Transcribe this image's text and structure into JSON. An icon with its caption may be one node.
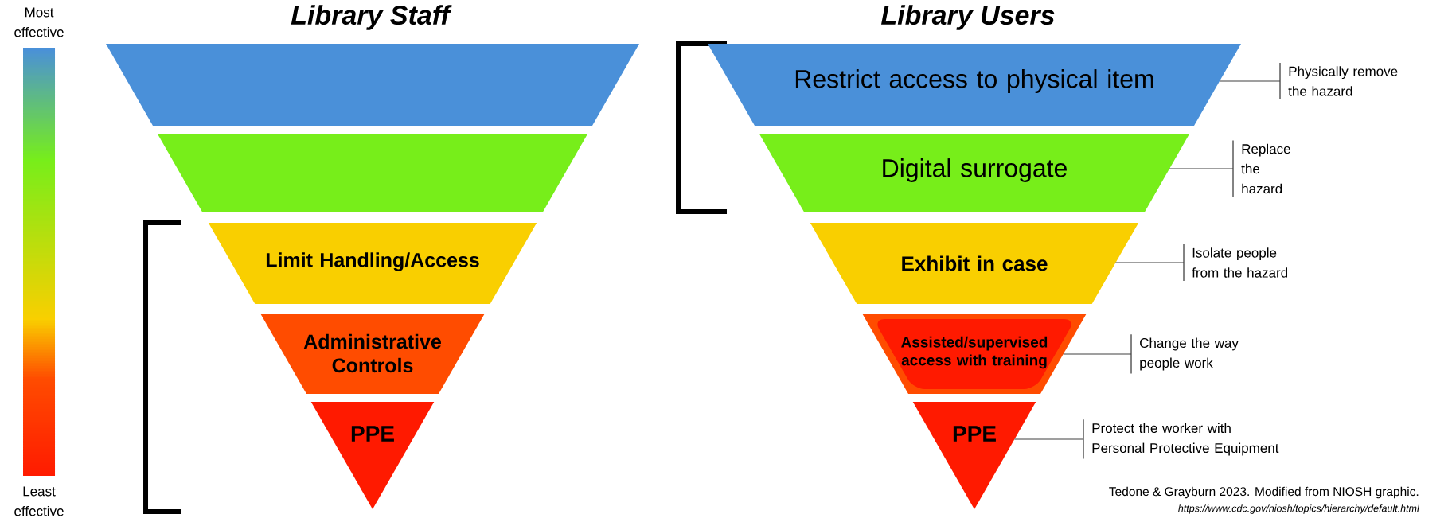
{
  "diagram": {
    "caption": "Tedone & Grayburn 2023. Modified from NIOSH graphic.",
    "nodes": [
      {
        "text": [],
        "shape": "trapezoid"
      },
      {
        "text": [],
        "shape": "trapezoid"
      },
      {
        "text": [
          "Limit Handling/Access"
        ]
      },
      {
        "text": [
          "Administrative Controls"
        ]
      },
      {
        "text": [
          "PPE"
        ]
      },
      {
        "text": [
          "Restrict access to physical item"
        ]
      },
      {
        "text": [
          "Digital surrogate"
        ]
      },
      {
        "text": [
          "Exhibit in case"
        ]
      },
      {
        "text": [
          "Assisted/supervised access with training"
        ]
      },
      {
        "text": [
          "PPE"
        ]
      },
      {
        "text": [
          "Physically remove the hazard"
        ]
      },
      {
        "text": [
          "Replace the hazard"
        ]
      },
      {
        "text": [
          "Isolate people from the hazard"
        ]
      },
      {
        "text": [
          "Change the way people work"
        ]
      },
      {
        "text": [
          "Protect the worker with Personal Protective Equipment"
        ]
      }
    ],
    "edges": [
      {
        "from": 10,
        "to": 5,
        "arrow": "none"
      },
      {
        "from": 11,
        "to": 6,
        "arrow": "none"
      },
      {
        "from": 12,
        "to": 7,
        "arrow": "none"
      },
      {
        "from": 13,
        "to": 8,
        "arrow": "none"
      },
      {
        "from": 14,
        "to": 9,
        "arrow": "none"
      }
    ],
    "labels": [
      "Library Staff",
      "Library Users",
      "Most effective",
      "Least effective",
      "https://www.cdc.gov/niosh/topics/hierarchy/default.html"
    ]
  }
}
